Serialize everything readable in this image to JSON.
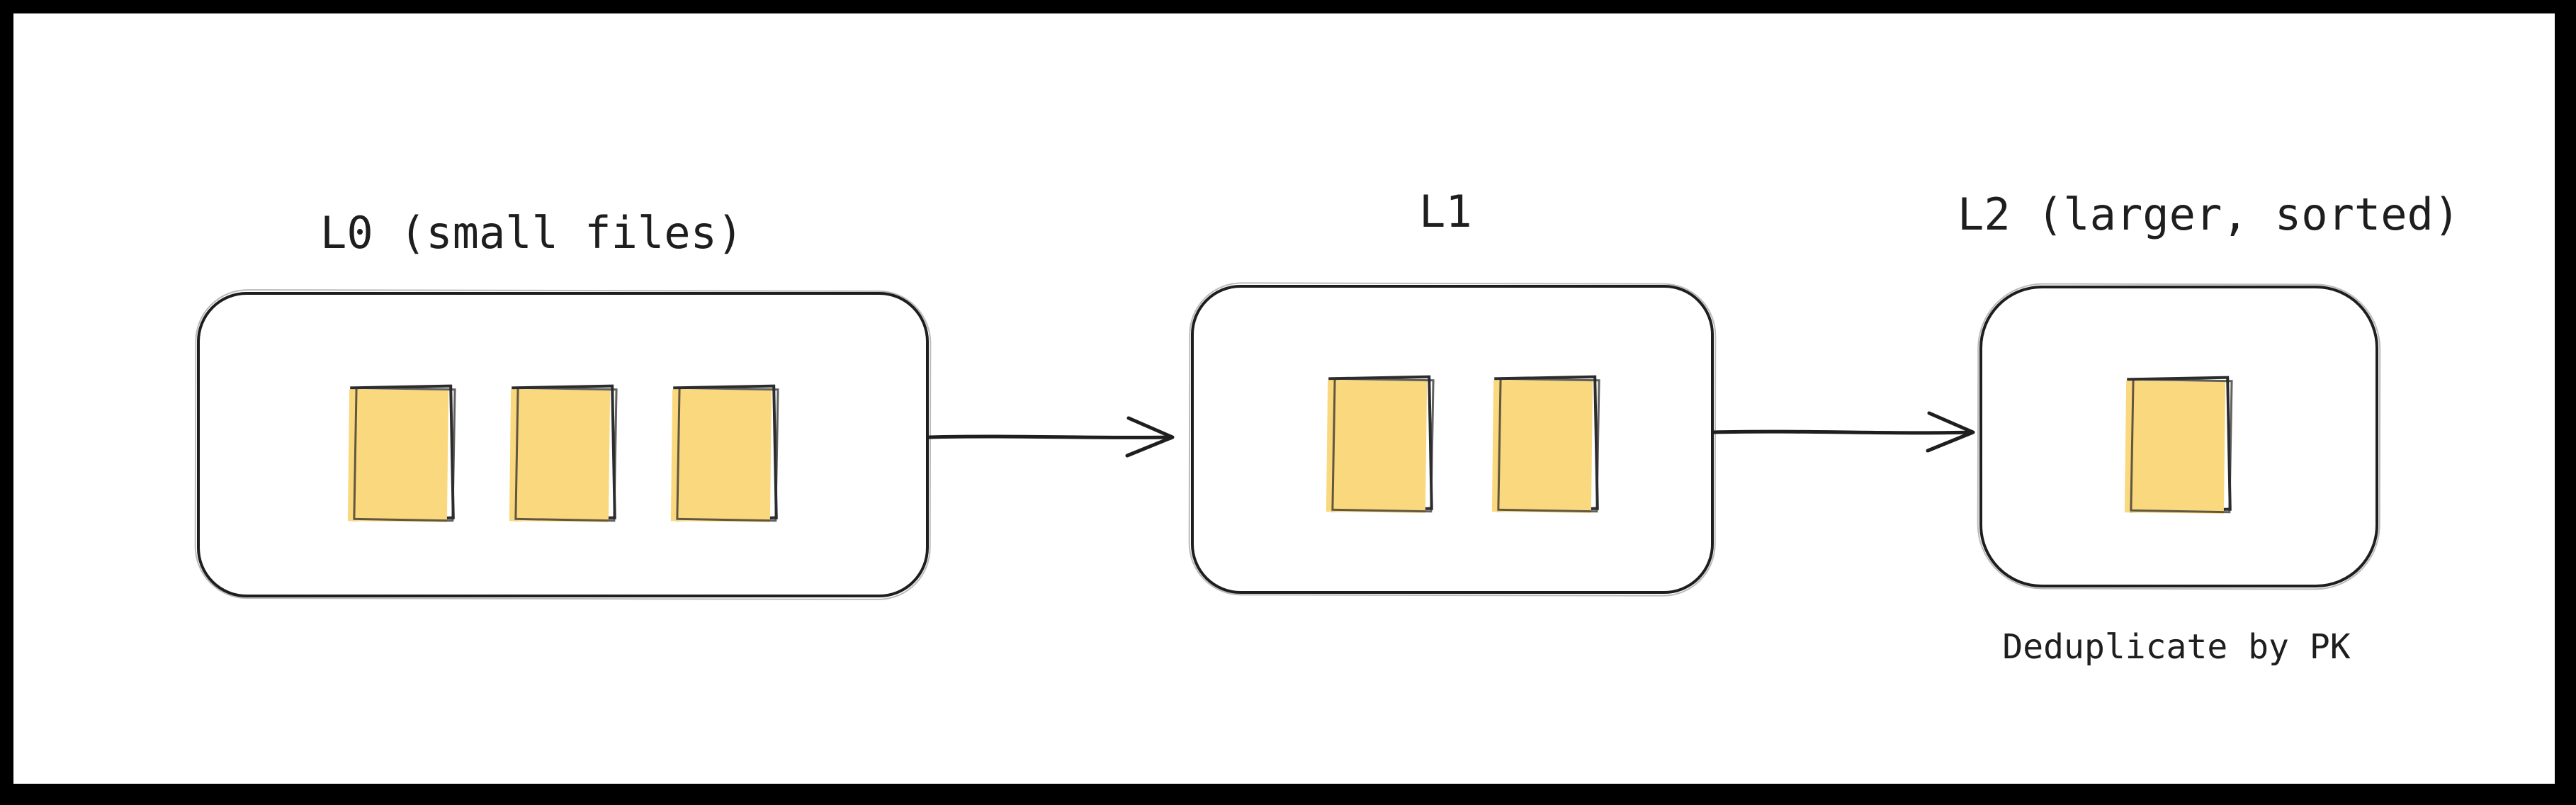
{
  "canvas": {
    "frame_color": "#000000",
    "background": "#ffffff",
    "ink_color": "#1e1e1e",
    "file_fill_color": "#f9d87e"
  },
  "levels": [
    {
      "id": "L0",
      "title": "L0 (small files)",
      "file_count": 3
    },
    {
      "id": "L1",
      "title": "L1",
      "file_count": 2
    },
    {
      "id": "L2",
      "title": "L2 (larger, sorted)",
      "file_count": 1,
      "caption": "Deduplicate by PK"
    }
  ],
  "arrows": [
    {
      "from": "L0",
      "to": "L1"
    },
    {
      "from": "L1",
      "to": "L2"
    }
  ]
}
